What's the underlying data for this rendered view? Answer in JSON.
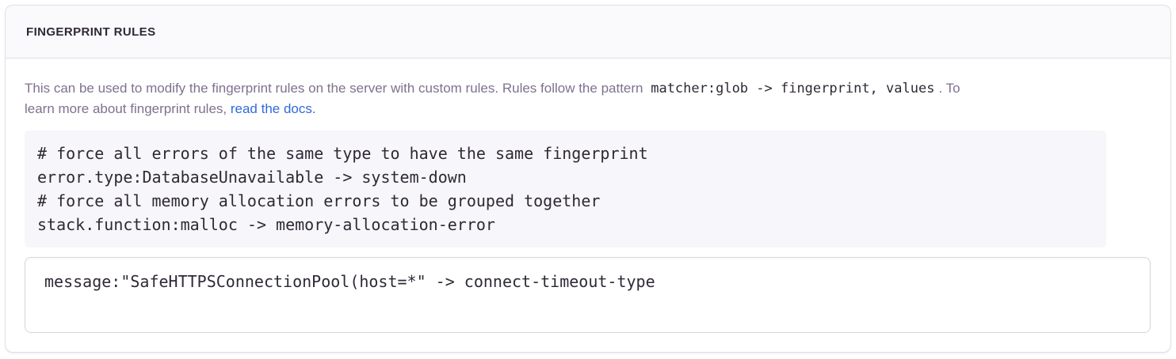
{
  "panel": {
    "title": "FINGERPRINT RULES",
    "description": {
      "line1_text": "This can be used to modify the fingerprint rules on the server with custom rules. Rules follow the pattern ",
      "pattern_code": "matcher:glob -> fingerprint, values",
      "line1_suffix": ". To",
      "line2_text": "learn more about fingerprint rules, ",
      "docs_link_label": "read the docs."
    },
    "example_code": "# force all errors of the same type to have the same fingerprint\nerror.type:DatabaseUnavailable -> system-down\n# force all memory allocation errors to be grouped together\nstack.function:malloc -> memory-allocation-error",
    "rules_input_value": "message:\"SafeHTTPSConnectionPool(host=*\" -> connect-timeout-type"
  },
  "colors": {
    "link_blue": "#2f6bd9",
    "header_background": "#faf9fb",
    "panel_border": "#e0dce5",
    "code_background": "#f7f6fa",
    "muted_text": "#80708f",
    "dark_text": "#2f2936"
  }
}
